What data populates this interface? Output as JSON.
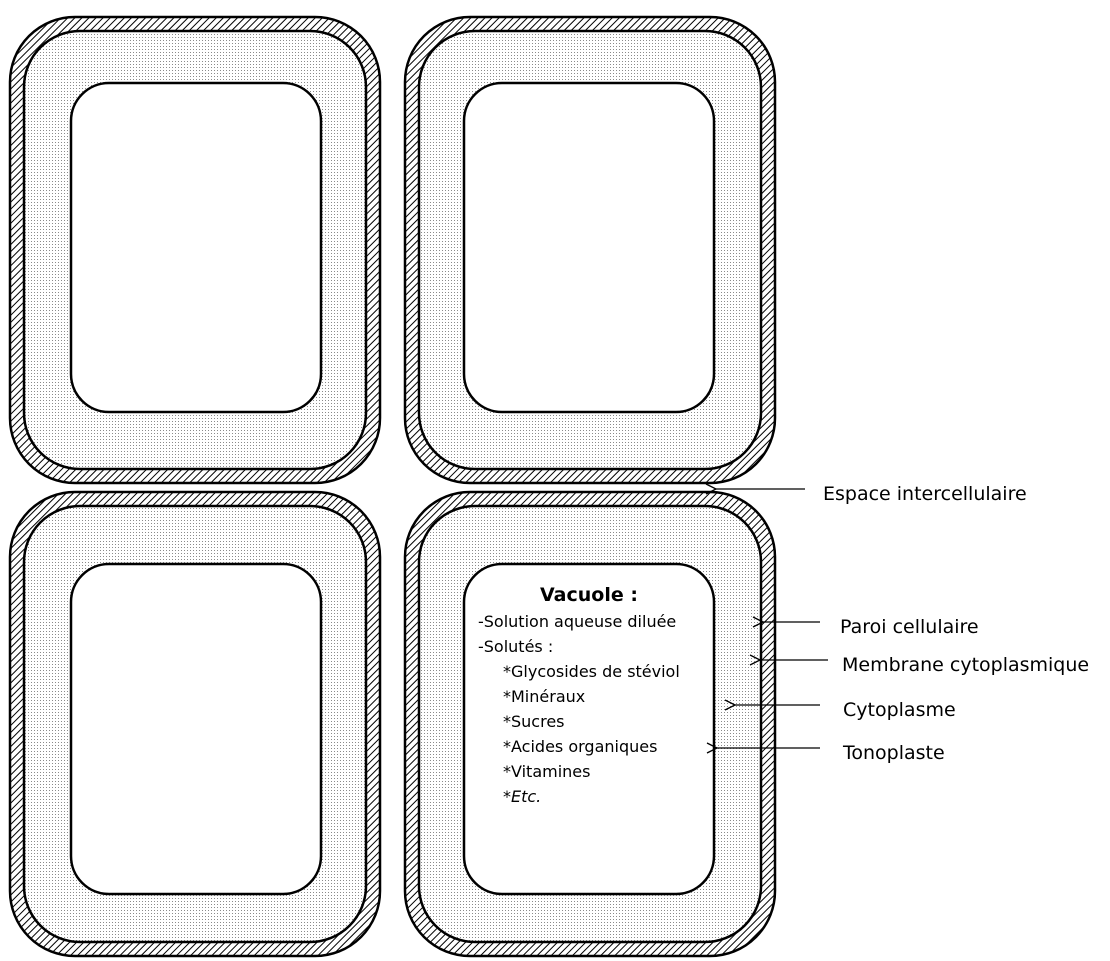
{
  "labels": {
    "intercellular": "Espace intercellulaire",
    "wall": "Paroi cellulaire",
    "membrane": "Membrane cytoplasmique",
    "cytoplasm": "Cytoplasme",
    "tonoplast": "Tonoplaste"
  },
  "vacuole": {
    "title": "Vacuole :",
    "line1": "-Solution aqueuse diluée",
    "line2": "-Solutés :",
    "solutes": [
      "*Glycosides de stéviol",
      "*Minéraux",
      "*Sucres",
      "*Acides organiques",
      "*Vitamines"
    ],
    "etc_star": "*",
    "etc_text": "Etc."
  }
}
